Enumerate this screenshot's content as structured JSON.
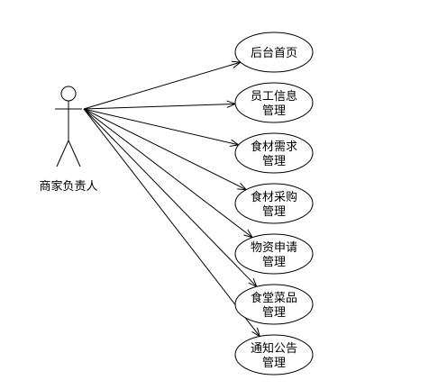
{
  "diagram": {
    "type": "use-case",
    "actor": {
      "name": "商家负责人"
    },
    "use_cases": [
      {
        "lines": [
          "后台首页"
        ]
      },
      {
        "lines": [
          "员工信息",
          "管理"
        ]
      },
      {
        "lines": [
          "食材需求",
          "管理"
        ]
      },
      {
        "lines": [
          "食材采购",
          "管理"
        ]
      },
      {
        "lines": [
          "物资申请",
          "管理"
        ]
      },
      {
        "lines": [
          "食堂菜品",
          "管理"
        ]
      },
      {
        "lines": [
          "通知公告",
          "管理"
        ]
      }
    ],
    "colors": {
      "line": "#000000",
      "fill": "#ffffff",
      "text": "#000000"
    }
  }
}
